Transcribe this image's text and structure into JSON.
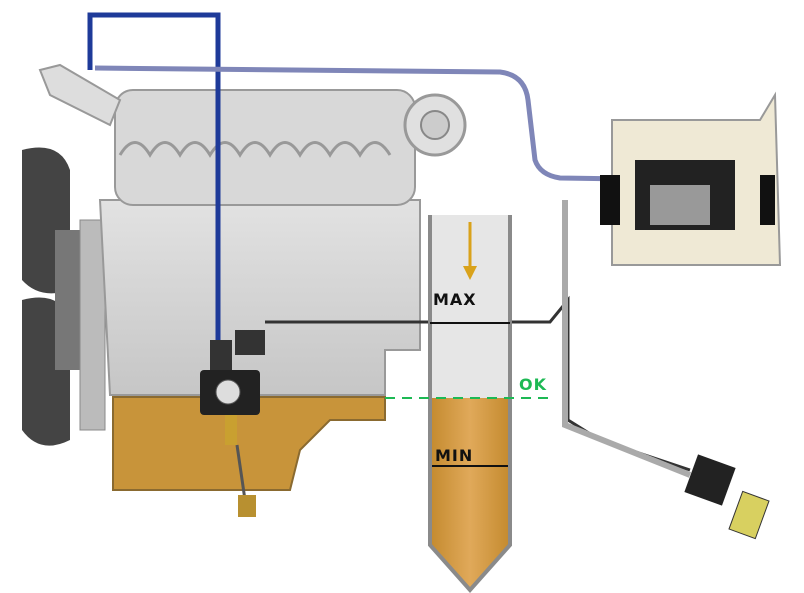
{
  "labels": {
    "max": "MAX",
    "ok": "OK",
    "min": "MIN"
  },
  "colors": {
    "oil": "#c8943a",
    "ok_line": "#1db954",
    "arrow": "#d9a21b",
    "supply_pipe": "#1e3a99",
    "engine": "#d4d4d4"
  }
}
